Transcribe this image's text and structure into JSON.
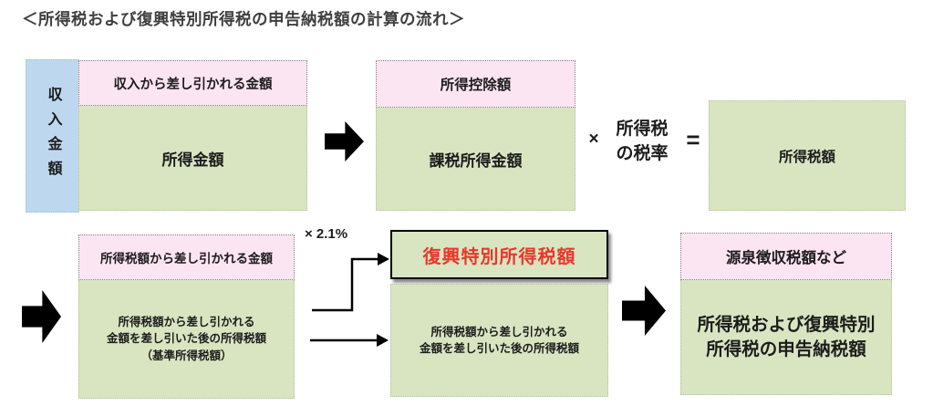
{
  "title": "＜所得税および復興特別所得税の申告納税額の計算の流れ＞",
  "colors": {
    "blue": "#bdd8ee",
    "pink": "#fce5f2",
    "green": "#d9e5c1",
    "red": "#e8382c",
    "arrow": "#000000"
  },
  "row1": {
    "income_label": "収入金額",
    "box1": {
      "header": "収入から差し引かれる金額",
      "body": "所得金額"
    },
    "box2": {
      "header": "所得控除額",
      "body": "課税所得金額"
    },
    "multiply_sign": "×",
    "rate_label_line1": "所得税",
    "rate_label_line2": "の税率",
    "equals_sign": "=",
    "box3": {
      "body": "所得税額"
    }
  },
  "row2": {
    "box4": {
      "header": "所得税額から差し引かれる金額",
      "body_line1": "所得税額から差し引かれる",
      "body_line2": "金額を差し引いた後の所得税額",
      "body_line3": "（基準所得税額）"
    },
    "rate2_label": "× 2.1%",
    "box5": {
      "header": "復興特別所得税額",
      "body_line1": "所得税額から差し引かれる",
      "body_line2": "金額を差し引いた後の所得税額"
    },
    "box6": {
      "header": "源泉徴収税額など",
      "body_line1": "所得税および復興特別",
      "body_line2": "所得税の申告納税額"
    }
  }
}
